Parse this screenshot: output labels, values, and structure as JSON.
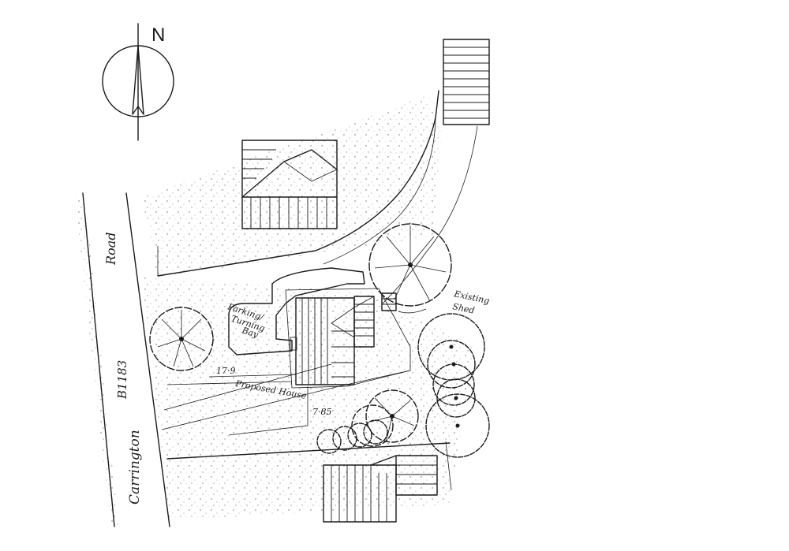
{
  "north_label": "N",
  "road": {
    "name_top": "Road",
    "name_mid": "B1183",
    "name_bottom": "Carrington"
  },
  "labels": {
    "parking_line1": "Parking/",
    "parking_line2": "Turning",
    "parking_line3": "Bay",
    "dimension_1": "17·9",
    "dimension_2": "7·85",
    "proposed_house": "Proposed House",
    "existing_shed_line1": "Existing",
    "existing_shed_line2": "Shed"
  },
  "colors": {
    "ink": "#1b1b1b",
    "paper": "#ffffff"
  }
}
